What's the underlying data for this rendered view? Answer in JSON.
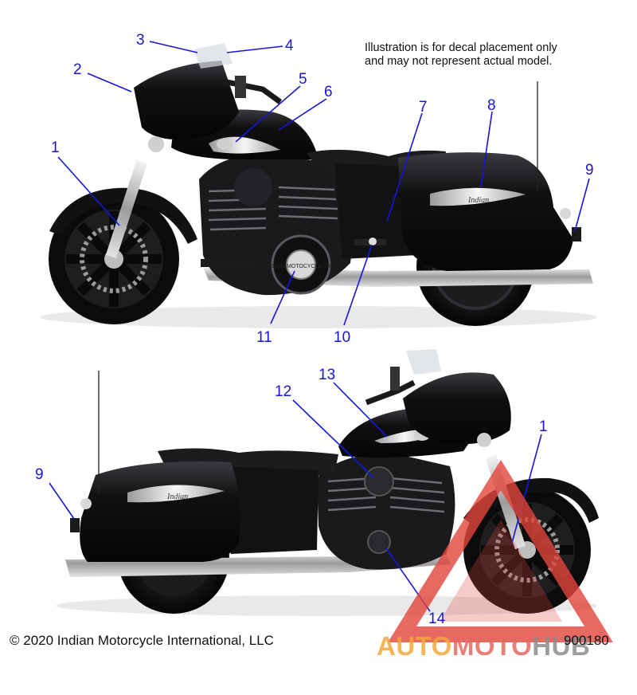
{
  "note": {
    "line1": "Illustration is for decal placement only",
    "line2": "and may not represent actual model."
  },
  "callouts": {
    "c1": "1",
    "c2": "2",
    "c3": "3",
    "c4": "4",
    "c5": "5",
    "c6": "6",
    "c7": "7",
    "c8": "8",
    "c9": "9",
    "c10": "10",
    "c11": "11",
    "c12": "12",
    "c13": "13",
    "c14": "14",
    "c9b": "9",
    "c1b": "1"
  },
  "decals": {
    "saddlebag_script": "Indian",
    "badge_text": "INDIAN MOTOCYCLE 1901"
  },
  "footer": {
    "copyright": "© 2020 Indian Motorcycle International, LLC",
    "part_number": "900180"
  },
  "watermark": {
    "part1": "AUTO",
    "part2": "MOTO",
    "part3": "HUB"
  },
  "colors": {
    "callout": "#1616d8",
    "body": "#0d0d0f",
    "chrome": "#c9c9c9",
    "watermark_red": "#e2453b",
    "watermark_orange": "#f2a93b"
  }
}
